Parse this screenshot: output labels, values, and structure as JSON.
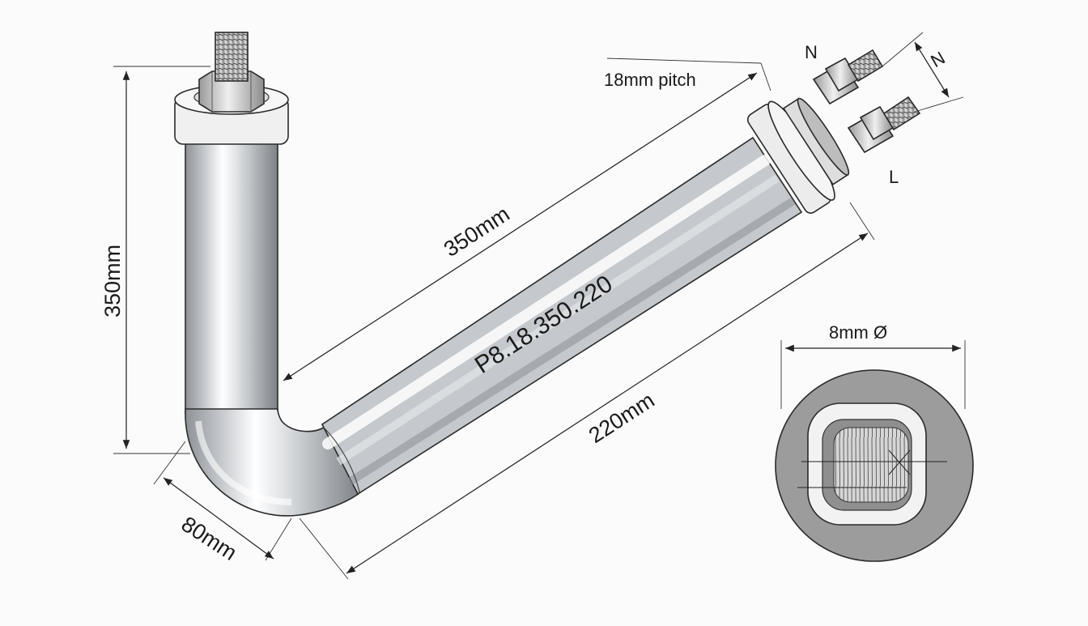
{
  "drawing": {
    "part_number": "P8.18.350.220",
    "dimensions": {
      "vertical_height": "350mm",
      "diagonal_length": "350mm",
      "lower_length": "220mm",
      "bend_width": "80mm",
      "terminal_pitch": "18mm pitch",
      "diameter": "8mm Ø"
    },
    "terminal_labels": {
      "upper_n": "N",
      "side_n": "N",
      "live": "L"
    }
  },
  "colors": {
    "background": "#fbfbfb",
    "tube_metal": "#c9ccd0",
    "tube_highlight": "#ffffff",
    "insulator": "#eeeeee",
    "line": "#222222",
    "section_fill": "#9a9a9a"
  }
}
